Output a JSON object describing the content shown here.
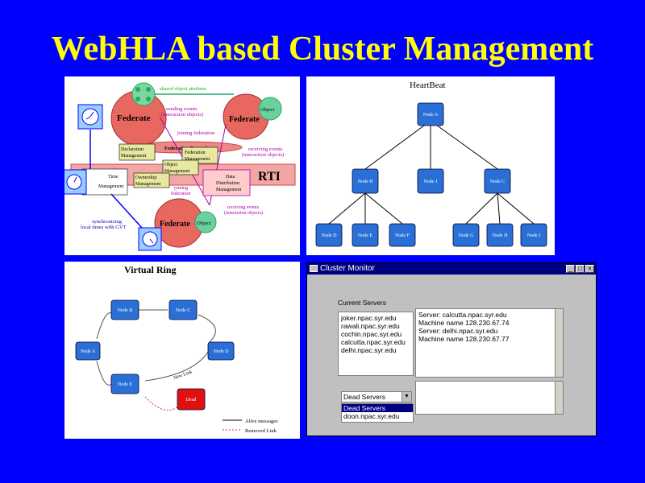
{
  "title": "WebHLA based Cluster Management",
  "hla": {
    "federate_labels": [
      "Federate",
      "Federate",
      "Federate"
    ],
    "object_labels": [
      "Object",
      "Object"
    ],
    "rti_label": "RTI",
    "shared_attr": "shared object attribute",
    "sending1": "sending events",
    "sending2": "(interaction objects)",
    "joining": "joining federation",
    "fed_exec": "Federation Execution",
    "receiving1": "receiving events",
    "receiving2": "(interaction objects)",
    "decl1": "Declaration",
    "decl2": "Management",
    "fedm1": "Federation",
    "fedm2": "Management",
    "objm1": "Object",
    "objm2": "Management",
    "time1": "Time",
    "time2": "Management",
    "own1": "Ownership",
    "own2": "Management",
    "ddm1": "Data",
    "ddm2": "Distribution",
    "ddm3": "Management",
    "joining2a": "joining",
    "joining2b": "federation",
    "recv2a": "receiving events",
    "recv2b": "(interaction objects)",
    "sync1": "synchronizing",
    "sync2": "local times with GVT"
  },
  "heartbeat": {
    "title": "HeartBeat",
    "root": "Node A",
    "level2": [
      "Node B",
      "Node J",
      "Node C"
    ],
    "level3": [
      "Node D",
      "Node E",
      "Node F",
      "Node G",
      "Node H",
      "Node I"
    ]
  },
  "ring": {
    "title": "Virtual Ring",
    "nodes": [
      "Node B",
      "Node C",
      "Node A",
      "Node D",
      "Node E",
      "Dead"
    ],
    "new_link": "New Link",
    "legend_alive": "Alive messages",
    "legend_removed": "Removed Link"
  },
  "monitor": {
    "window_title": "Cluster Monitor",
    "current_servers_label": "Current Servers",
    "servers": [
      "joker.npac.syr.edu",
      "rawali.npac.syr.edu",
      "cochin.npac.syr.edu",
      "calcutta.npac.syr.edu",
      "delhi.npac.syr.edu"
    ],
    "details": [
      "Server: calcutta.npac.syr.edu",
      "Machine name 128.230.67.74",
      "Server: delhi.npac.syr.edu",
      "Machine name 128.230.67.77"
    ],
    "dropdown_value": "Dead Servers",
    "dropdown_options": [
      "Dead Servers",
      "doon.npac.syr.edu"
    ]
  }
}
